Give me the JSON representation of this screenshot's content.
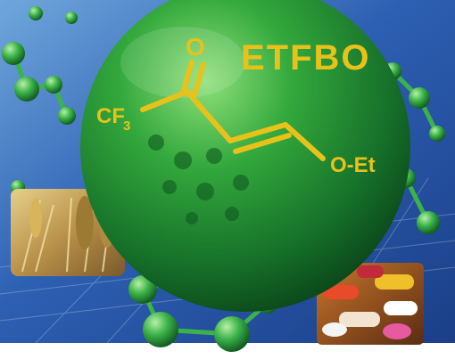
{
  "label": {
    "compound": "ETFBO",
    "cf_group": "CF",
    "subscript_3": "3",
    "oxygen": "O",
    "ether": "O-Et"
  },
  "colors": {
    "sphere_main": "#1f8a2e",
    "sphere_highlight": "#8fe07a",
    "formula": "#e8c21a",
    "background_blue": "#2d5fb2",
    "molecule_green": "#3cb34a"
  },
  "insets": [
    "wheat-field-photo",
    "medication-pills-photo"
  ]
}
